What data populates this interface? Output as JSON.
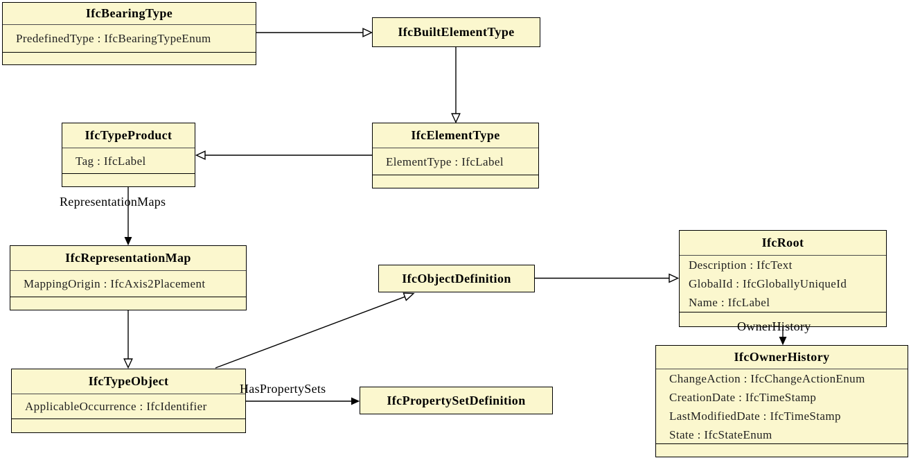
{
  "classes": [
    {
      "name": "IfcBearingType",
      "attributes": [
        "PredefinedType : IfcBearingTypeEnum"
      ]
    },
    {
      "name": "IfcBuiltElementType",
      "attributes": []
    },
    {
      "name": "IfcElementType",
      "attributes": [
        "ElementType : IfcLabel"
      ]
    },
    {
      "name": "IfcTypeProduct",
      "attributes": [
        "Tag : IfcLabel"
      ]
    },
    {
      "name": "IfcRepresentationMap",
      "attributes": [
        "MappingOrigin : IfcAxis2Placement"
      ]
    },
    {
      "name": "IfcTypeObject",
      "attributes": [
        "ApplicableOccurrence : IfcIdentifier"
      ]
    },
    {
      "name": "IfcObjectDefinition",
      "attributes": []
    },
    {
      "name": "IfcPropertySetDefinition",
      "attributes": []
    },
    {
      "name": "IfcRoot",
      "attributes": [
        "Description : IfcText",
        "GlobalId : IfcGloballyUniqueId",
        "Name : IfcLabel"
      ]
    },
    {
      "name": "IfcOwnerHistory",
      "attributes": [
        "ChangeAction : IfcChangeActionEnum",
        "CreationDate : IfcTimeStamp",
        "LastModifiedDate : IfcTimeStamp",
        "State : IfcStateEnum"
      ]
    }
  ],
  "edge_labels": {
    "representation_maps": "RepresentationMaps",
    "has_property_sets": "HasPropertySets",
    "owner_history": "OwnerHistory"
  },
  "relationships": [
    {
      "from": "IfcBearingType",
      "to": "IfcBuiltElementType",
      "arrow": "hollow-triangle",
      "label": ""
    },
    {
      "from": "IfcBuiltElementType",
      "to": "IfcElementType",
      "arrow": "hollow-triangle",
      "label": ""
    },
    {
      "from": "IfcElementType",
      "to": "IfcTypeProduct",
      "arrow": "hollow-triangle",
      "label": ""
    },
    {
      "from": "IfcTypeProduct",
      "to": "IfcRepresentationMap",
      "arrow": "filled",
      "label": "RepresentationMaps"
    },
    {
      "from": "IfcRepresentationMap",
      "to": "IfcTypeObject",
      "arrow": "hollow-triangle",
      "label": ""
    },
    {
      "from": "IfcTypeObject",
      "to": "IfcObjectDefinition",
      "arrow": "hollow-triangle",
      "label": ""
    },
    {
      "from": "IfcObjectDefinition",
      "to": "IfcRoot",
      "arrow": "hollow-triangle",
      "label": ""
    },
    {
      "from": "IfcRoot",
      "to": "IfcOwnerHistory",
      "arrow": "filled",
      "label": "OwnerHistory"
    },
    {
      "from": "IfcTypeObject",
      "to": "IfcPropertySetDefinition",
      "arrow": "filled",
      "label": "HasPropertySets"
    }
  ],
  "colors": {
    "box_fill": "#FBF7CE",
    "box_border": "#000000"
  }
}
